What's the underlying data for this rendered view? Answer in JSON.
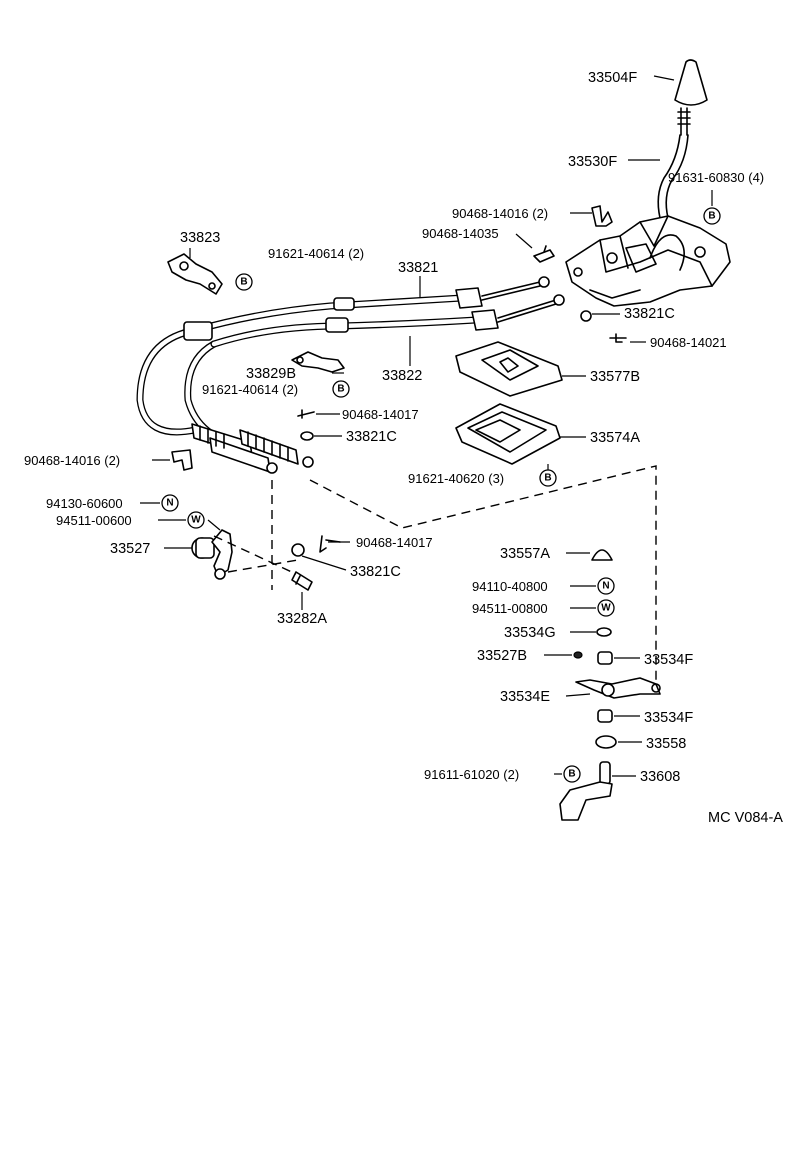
{
  "diagram": {
    "reference_code": "MC V084-A",
    "symbols": {
      "bolt": "B",
      "nut": "N",
      "washer": "W"
    },
    "labels": {
      "p33504F": "33504F",
      "p33530F": "33530F",
      "p91631_60830": "91631-60830 (4)",
      "p90468_14016_top": "90468-14016 (2)",
      "p90468_14035": "90468-14035",
      "p33823": "33823",
      "p91621_40614_top": "91621-40614 (2)",
      "p33821": "33821",
      "p33821C_top": "33821C",
      "p90468_14021": "90468-14021",
      "p33829B": "33829B",
      "p33822": "33822",
      "p33577B": "33577B",
      "p91621_40614_mid": "91621-40614 (2)",
      "p90468_14017_top": "90468-14017",
      "p33821C_mid": "33821C",
      "p33574A": "33574A",
      "p90468_14016_left": "90468-14016 (2)",
      "p91621_40620": "91621-40620 (3)",
      "p94130_60600": "94130-60600",
      "p94511_00600": "94511-00600",
      "p33527": "33527",
      "p90468_14017_bot": "90468-14017",
      "p33821C_bot": "33821C",
      "p33282A": "33282A",
      "p33557A": "33557A",
      "p94110_40800": "94110-40800",
      "p94511_00800": "94511-00800",
      "p33534G": "33534G",
      "p33527B": "33527B",
      "p33534F_a": "33534F",
      "p33534E": "33534E",
      "p33534F_b": "33534F",
      "p33558": "33558",
      "p91611_61020": "91611-61020 (2)",
      "p33608": "33608"
    }
  }
}
